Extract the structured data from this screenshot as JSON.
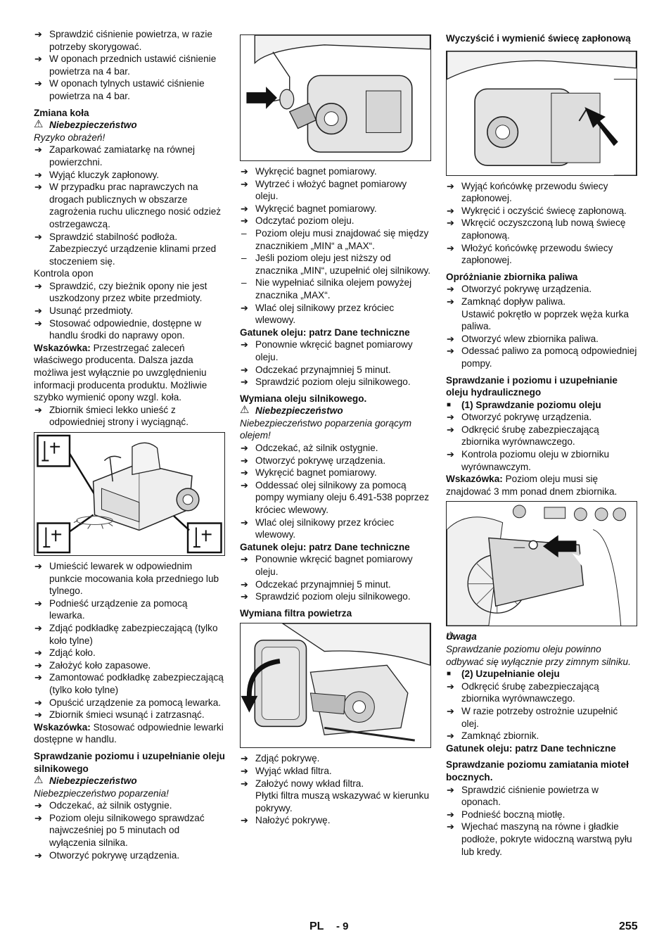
{
  "col1": {
    "a1": "Sprawdzić ciśnienie powietrza, w razie potrzeby skorygować.",
    "a2": "W oponach przednich ustawić ciśnienie powietrza na 4 bar.",
    "a3": "W oponach tylnych  ustawić ciśnienie powietrza na 4 bar.",
    "h_wheel": "Zmiana koła",
    "danger1": "Niebezpieczeństwo",
    "risk1": "Ryzyko obrażeń!",
    "b1": "Zaparkować zamiatarkę na równej powierzchni.",
    "b2": "Wyjąć kluczyk zapłonowy.",
    "b3": "W przypadku prac naprawczych na drogach publicznych w obszarze zagrożenia ruchu ulicznego nosić odzież ostrzegawczą.",
    "b4": "Sprawdzić stabilność podłoża. Zabezpieczyć urządzenie klinami przed stoczeniem się.",
    "tire_check": "Kontrola opon",
    "c1": "Sprawdzić, czy bieżnik opony nie jest uszkodzony przez wbite przedmioty.",
    "c2": "Usunąć przedmioty.",
    "c3": "Stosować odpowiednie, dostępne w handlu środki do naprawy opon.",
    "note1_label": "Wskazówka:",
    "note1_text": " Przestrzegać zaleceń właściwego producenta. Dalsza jazda możliwa jest wyłącznie po uwzględnieniu informacji producenta produktu. Możliwie szybko wymienić opony wzgl. koła.",
    "c4": "Zbiornik śmieci lekko unieść z odpowiedniej strony i wyciągnąć.",
    "d1": "Umieścić lewarek w odpowiednim punkcie mocowania koła przedniego lub tylnego.",
    "d2": "Podnieść urządzenie za pomocą lewarka.",
    "d3": "Zdjąć podkładkę zabezpieczającą (tylko koło tylne)",
    "d4": "Zdjąć koło.",
    "d5": "Założyć koło zapasowe.",
    "d6": "Zamontować podkładkę zabezpieczającą (tylko koło tylne)",
    "d7": "Opuścić urządzenie za pomocą lewarka.",
    "d8": "Zbiornik śmieci wsunąć i zatrzasnąć.",
    "note2_label": "Wskazówka:",
    "note2_text": " Stosować odpowiednie lewarki dostępne w handlu.",
    "h_oil": "Sprawdzanie poziomu i uzupełnianie oleju silnikowego",
    "danger2": "Niebezpieczeństwo",
    "risk2": "Niebezpieczeństwo poparzenia!",
    "e1": "Odczekać, aż silnik ostygnie.",
    "e2": "Poziom oleju silnikowego sprawdzać najwcześniej po 5 minutach od wyłączenia silnika.",
    "e3": "Otworzyć pokrywę urządzenia."
  },
  "col2": {
    "a1": "Wykręcić bagnet pomiarowy.",
    "a2": "Wytrzeć i włożyć bagnet pomiarowy oleju.",
    "a3": "Wykręcić bagnet pomiarowy.",
    "a4": "Odczytać poziom oleju.",
    "a5": "Poziom oleju musi znajdować się między znacznikiem „MIN“ a „MAX“.",
    "a6": "Jeśli poziom oleju jest niższy od znacznika „MIN“, uzupełnić olej silnikowy.",
    "a7": "Nie wypełniać silnika olejem powyżej znacznika „MAX“.",
    "a8": "Wlać olej silnikowy przez króciec wlewowy.",
    "h_grade1": "Gatunek oleju: patrz Dane techniczne",
    "b1": "Ponownie wkręcić bagnet pomiarowy oleju.",
    "b2": "Odczekać przynajmniej 5 minut.",
    "b3": "Sprawdzić poziom oleju silnikowego.",
    "h_change": "Wymiana oleju silnikowego.",
    "danger": "Niebezpieczeństwo",
    "risk": "Niebezpieczeństwo poparzenia gorącym olejem!",
    "c1": "Odczekać, aż silnik ostygnie.",
    "c2": "Otworzyć pokrywę urządzenia.",
    "c3": "Wykręcić bagnet pomiarowy.",
    "c4": "Oddessać olej silnikowy za pomocą pompy wymiany oleju 6.491-538 poprzez króciec wlewowy.",
    "c5": "Wlać olej silnikowy przez króciec wlewowy.",
    "h_grade2": "Gatunek oleju: patrz Dane techniczne",
    "d1": "Ponownie wkręcić bagnet pomiarowy oleju.",
    "d2": "Odczekać przynajmniej 5 minut.",
    "d3": "Sprawdzić poziom oleju silnikowego.",
    "h_filter": "Wymiana filtra powietrza",
    "e1": "Zdjąć pokrywę.",
    "e2": "Wyjąć wkład filtra.",
    "e3": "Założyć nowy wkład filtra.",
    "e3b": "Płytki filtra muszą wskazywać w kierunku pokrywy.",
    "e4": "Nałożyć pokrywę."
  },
  "col3": {
    "h_plug": "Wyczyścić i wymienić świecę zapłonową",
    "a1": "Wyjąć końcówkę przewodu świecy zapłonowej.",
    "a2": "Wykręcić i oczyścić świecę zapłonową.",
    "a3": "Wkręcić oczyszczoną lub nową świecę zapłonową.",
    "a4": "Włożyć końcówkę przewodu świecy zapłonowej.",
    "h_fuel": "Opróżnianie zbiornika paliwa",
    "b1": "Otworzyć pokrywę urządzenia.",
    "b2": "Zamknąć dopływ paliwa.",
    "b2b": "Ustawić pokrętło w poprzek węża kurka paliwa.",
    "b3": "Otworzyć wlew zbiornika paliwa.",
    "b4": "Odessać paliwo za pomocą odpowiedniej pompy.",
    "h_hyd": "Sprawdzanie i poziomu i uzupełnianie oleju hydraulicznego",
    "s1": "(1) Sprawdzanie poziomu oleju",
    "c1": "Otworzyć pokrywę urządzenia.",
    "c2": "Odkręcić śrubę zabezpieczającą zbiornika wyrównawczego.",
    "c3": "Kontrola poziomu oleju w zbiorniku wyrównawczym.",
    "note_label": "Wskazówka:",
    "note_text": " Poziom oleju musi się znajdować 3 mm ponad dnem zbiornika.",
    "caution": "Uwaga",
    "caution_text": "Sprawdzanie poziomu oleju powinno odbywać się wyłącznie przy zimnym silniku.",
    "s2": "(2) Uzupełnianie oleju",
    "d1": "Odkręcić śrubę zabezpieczającą zbiornika wyrównawczego.",
    "d2": "W razie potrzeby ostrożnie uzupełnić olej.",
    "d3": "Zamknąć zbiornik.",
    "h_grade": "Gatunek oleju: patrz Dane techniczne",
    "h_brush": "Sprawdzanie poziomu zamiatania mioteł bocznych.",
    "e1": "Sprawdzić ciśnienie powietrza w oponach.",
    "e2": "Podnieść boczną miotłę.",
    "e3": "Wjechać maszyną na równe i gładkie podłoże, pokryte widoczną warstwą pyłu lub kredy."
  },
  "footer": {
    "lang": "PL",
    "page_local": "- 9",
    "page_global": "255"
  },
  "icons": {
    "bullet": "arrow-right-icon",
    "warning": "warning-triangle-icon"
  }
}
